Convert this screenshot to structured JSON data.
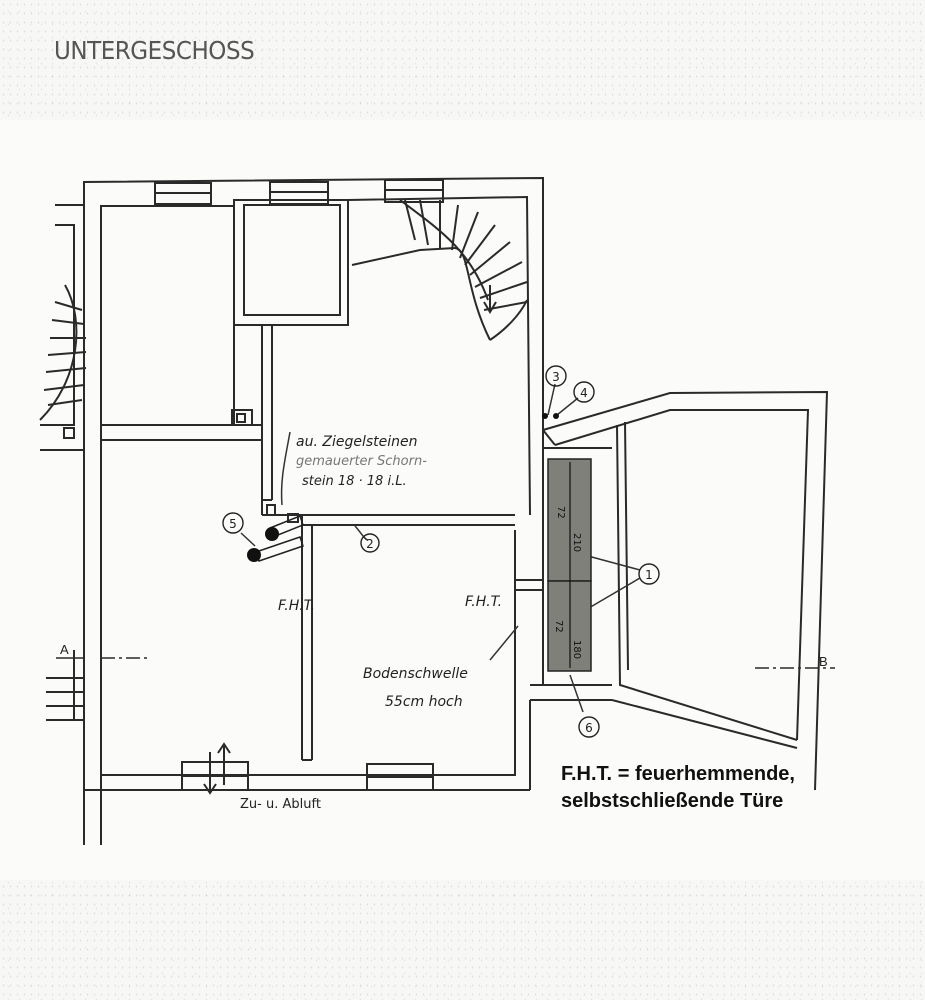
{
  "title": "UNTERGESCHOSS",
  "legend": {
    "abbr": "F.H.T.",
    "equals": "=",
    "line1_rest": "feuerhemmende,",
    "line2": "selbstschließende Türe"
  },
  "annotations": {
    "chimney_line1": "au. Ziegelsteinen",
    "chimney_line2": "gemauerter Schorn-",
    "chimney_line3": "stein 18 · 18 i.L.",
    "door_left": "F.H.T.",
    "door_right": "F.H.T.",
    "threshold_line1": "Bodenschwelle",
    "threshold_line2": "55cm hoch",
    "air": "Zu- u. Abluft",
    "dim_upper_width": "72",
    "dim_upper_height": "210",
    "dim_lower_width": "72",
    "dim_lower_height": "180"
  },
  "markers": {
    "m1": "1",
    "m2": "2",
    "m3": "3",
    "m4": "4",
    "m5": "5",
    "m6": "6"
  },
  "section_labels": {
    "a": "A",
    "b": "B"
  },
  "colors": {
    "wall": "#2a2a2a",
    "ink": "#222222",
    "cabinet_fill": "#7f8079",
    "paper": "#f7f7f5"
  }
}
